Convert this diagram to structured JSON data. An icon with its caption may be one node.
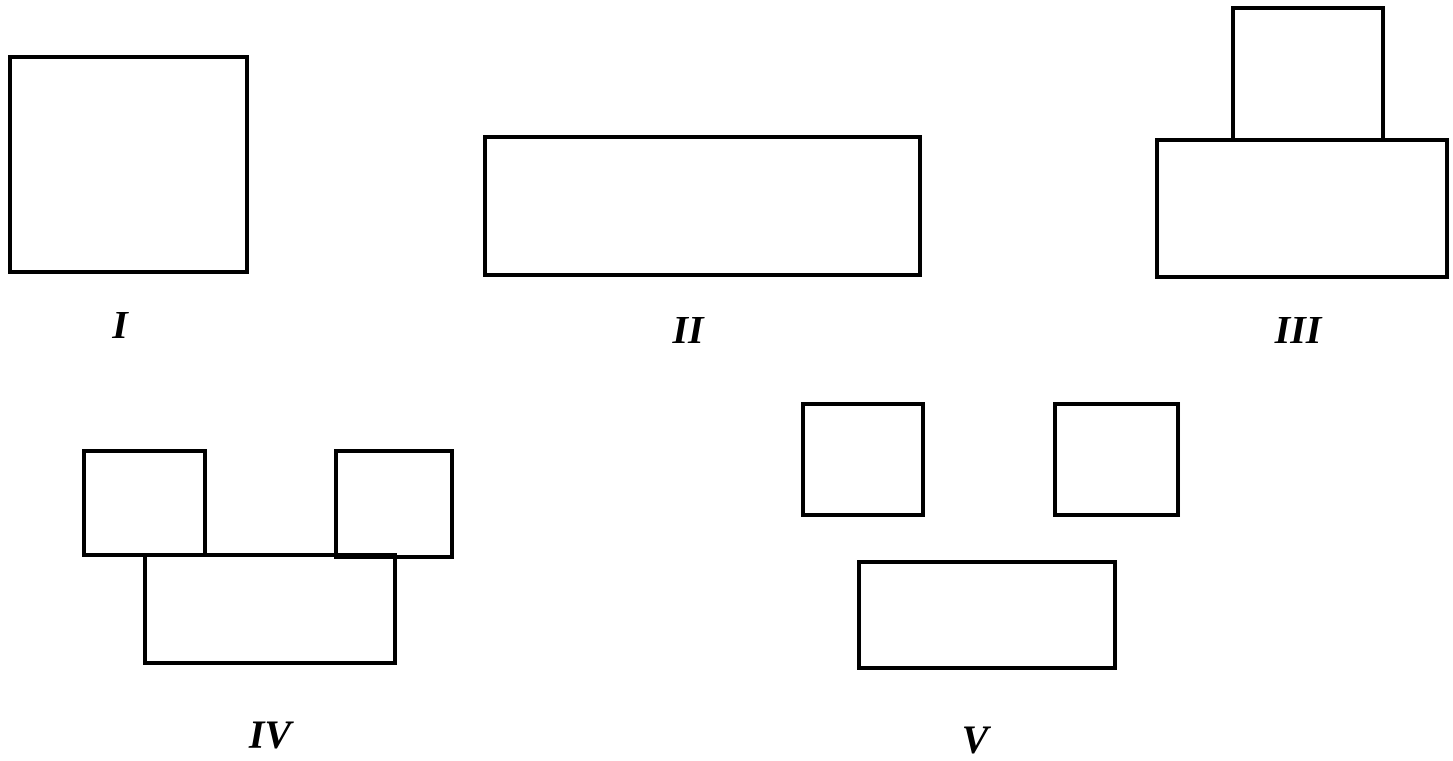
{
  "diagram": {
    "labels": [
      "I",
      "II",
      "III",
      "IV",
      "V"
    ]
  }
}
